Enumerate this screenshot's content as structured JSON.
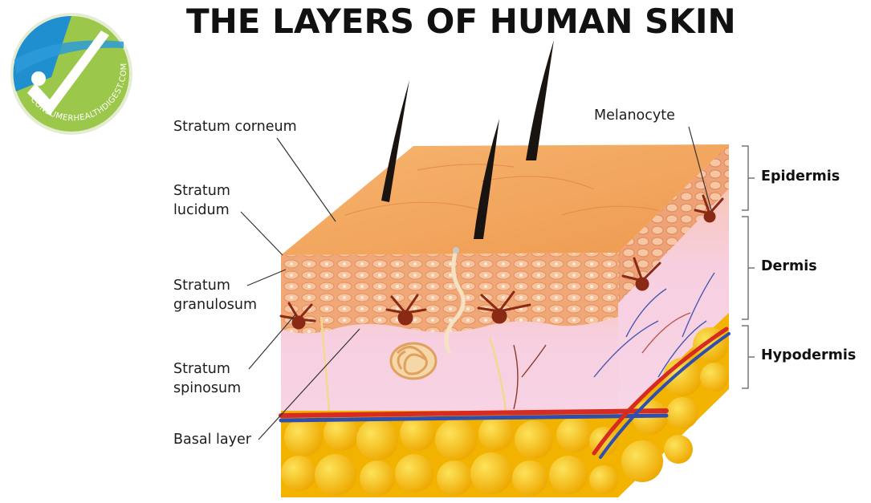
{
  "title": "THE LAYERS OF HUMAN SKIN",
  "logo": {
    "text": "CONSUMERHEALTHDIGEST.COM",
    "icon": "checkmark-person-icon"
  },
  "labels": {
    "stratum_corneum": "Stratum corneum",
    "stratum_lucidum_1": "Stratum",
    "stratum_lucidum_2": "lucidum",
    "stratum_granulosum_1": "Stratum",
    "stratum_granulosum_2": "granulosum",
    "stratum_spinosum_1": "Stratum",
    "stratum_spinosum_2": "spinosum",
    "basal_layer": "Basal layer",
    "melanocyte": "Melanocyte"
  },
  "layers": {
    "epidermis": "Epidermis",
    "dermis": "Dermis",
    "hypodermis": "Hypodermis"
  },
  "colors": {
    "skin_top": "#f3a35c",
    "epidermis_cells": "#f0b07c",
    "dermis": "#f7d6e8",
    "fat": "#f5bd10",
    "artery": "#d62a22",
    "vein": "#2f4fb0",
    "melanocyte": "#8a2a14",
    "logo_green": "#9bc84a",
    "logo_blue": "#1f8fd0"
  }
}
